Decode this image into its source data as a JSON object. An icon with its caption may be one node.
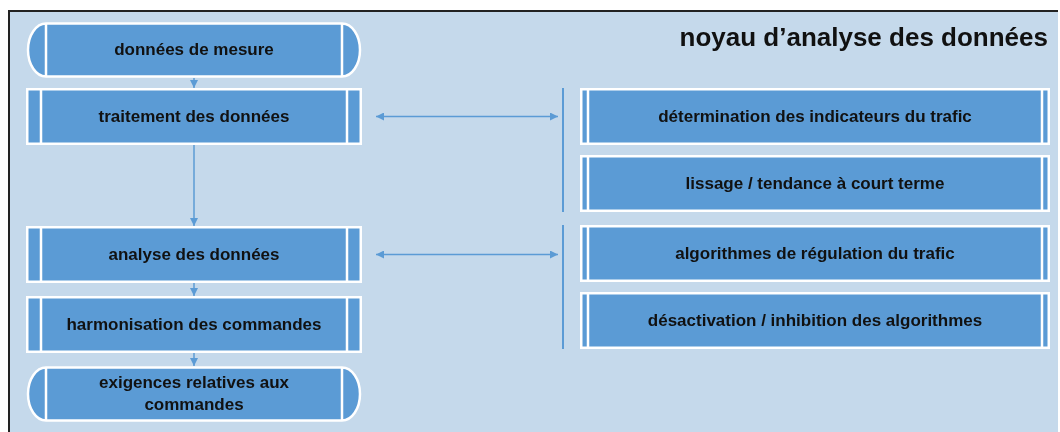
{
  "diagram": {
    "title": "noyau d’analyse des données",
    "nodes": [
      {
        "text": [
          "données de mesure"
        ]
      },
      {
        "text": [
          "traitement des données"
        ]
      },
      {
        "text": [
          "analyse des données"
        ]
      },
      {
        "text": [
          "harmonisation des commandes"
        ]
      },
      {
        "text": [
          "exigences relatives aux commandes"
        ]
      },
      {
        "text": [],
        "shape": "bar"
      },
      {
        "text": [
          "détermination des indicateurs du trafic"
        ]
      },
      {
        "text": [
          "lissage / tendance à court terme"
        ]
      },
      {
        "text": [],
        "shape": "bar"
      },
      {
        "text": [
          "algorithmes de régulation du trafic"
        ]
      },
      {
        "text": [
          "désactivation / inhibition des algorithmes"
        ]
      }
    ],
    "edges": [
      {
        "from": 0,
        "to": 1,
        "arrow": "to"
      },
      {
        "from": 1,
        "to": 2,
        "arrow": "to"
      },
      {
        "from": 2,
        "to": 3,
        "arrow": "to"
      },
      {
        "from": 3,
        "to": 4,
        "arrow": "to"
      },
      {
        "from": 1,
        "to": 5,
        "arrow": "both"
      },
      {
        "from": 2,
        "to": 8,
        "arrow": "both"
      }
    ]
  }
}
